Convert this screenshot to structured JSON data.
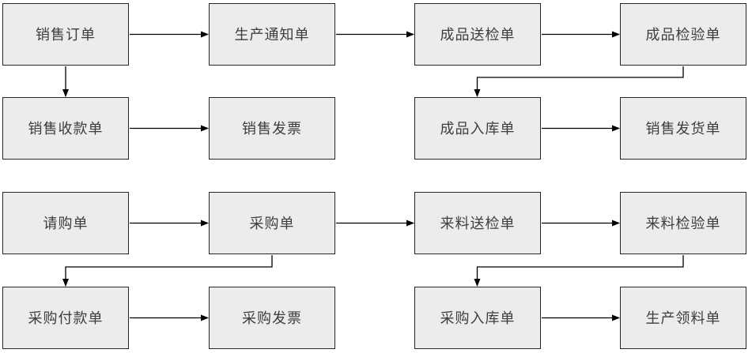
{
  "diagram": {
    "title": "ERP document flow diagram",
    "colors": {
      "background": "#ffffff",
      "node_fill": "#ececec",
      "node_border": "#262626",
      "node_text": "#3d3d3d",
      "connector": "#000000"
    },
    "nodes": [
      {
        "id": "sales-order",
        "label": "销售订单",
        "row": 1,
        "col": 1
      },
      {
        "id": "production-notice",
        "label": "生产通知单",
        "row": 1,
        "col": 2
      },
      {
        "id": "finished-goods-inspection-request",
        "label": "成品送检单",
        "row": 1,
        "col": 3
      },
      {
        "id": "finished-goods-inspection-report",
        "label": "成品检验单",
        "row": 1,
        "col": 4
      },
      {
        "id": "sales-receipt",
        "label": "销售收款单",
        "row": 2,
        "col": 1
      },
      {
        "id": "sales-invoice",
        "label": "销售发票",
        "row": 2,
        "col": 2
      },
      {
        "id": "finished-goods-warehouse-receipt",
        "label": "成品入库单",
        "row": 2,
        "col": 3
      },
      {
        "id": "sales-delivery-note",
        "label": "销售发货单",
        "row": 2,
        "col": 4
      },
      {
        "id": "purchase-requisition",
        "label": "请购单",
        "row": 3,
        "col": 1
      },
      {
        "id": "purchase-order",
        "label": "采购单",
        "row": 3,
        "col": 2
      },
      {
        "id": "incoming-material-inspection-request",
        "label": "来料送检单",
        "row": 3,
        "col": 3
      },
      {
        "id": "incoming-material-inspection-report",
        "label": "来料检验单",
        "row": 3,
        "col": 4
      },
      {
        "id": "purchase-payment",
        "label": "采购付款单",
        "row": 4,
        "col": 1
      },
      {
        "id": "purchase-invoice",
        "label": "采购发票",
        "row": 4,
        "col": 2
      },
      {
        "id": "purchase-warehouse-receipt",
        "label": "采购入库单",
        "row": 4,
        "col": 3
      },
      {
        "id": "production-material-requisition",
        "label": "生产领料单",
        "row": 4,
        "col": 4
      }
    ],
    "edges": [
      {
        "from": "sales-order",
        "to": "production-notice"
      },
      {
        "from": "production-notice",
        "to": "finished-goods-inspection-request"
      },
      {
        "from": "finished-goods-inspection-request",
        "to": "finished-goods-inspection-report"
      },
      {
        "from": "sales-order",
        "to": "sales-receipt"
      },
      {
        "from": "sales-receipt",
        "to": "sales-invoice"
      },
      {
        "from": "finished-goods-inspection-report",
        "to": "finished-goods-warehouse-receipt"
      },
      {
        "from": "finished-goods-warehouse-receipt",
        "to": "sales-delivery-note"
      },
      {
        "from": "purchase-requisition",
        "to": "purchase-order"
      },
      {
        "from": "purchase-order",
        "to": "incoming-material-inspection-request"
      },
      {
        "from": "incoming-material-inspection-request",
        "to": "incoming-material-inspection-report"
      },
      {
        "from": "purchase-order",
        "to": "purchase-payment"
      },
      {
        "from": "purchase-payment",
        "to": "purchase-invoice"
      },
      {
        "from": "incoming-material-inspection-report",
        "to": "purchase-warehouse-receipt"
      },
      {
        "from": "purchase-warehouse-receipt",
        "to": "production-material-requisition"
      }
    ]
  }
}
